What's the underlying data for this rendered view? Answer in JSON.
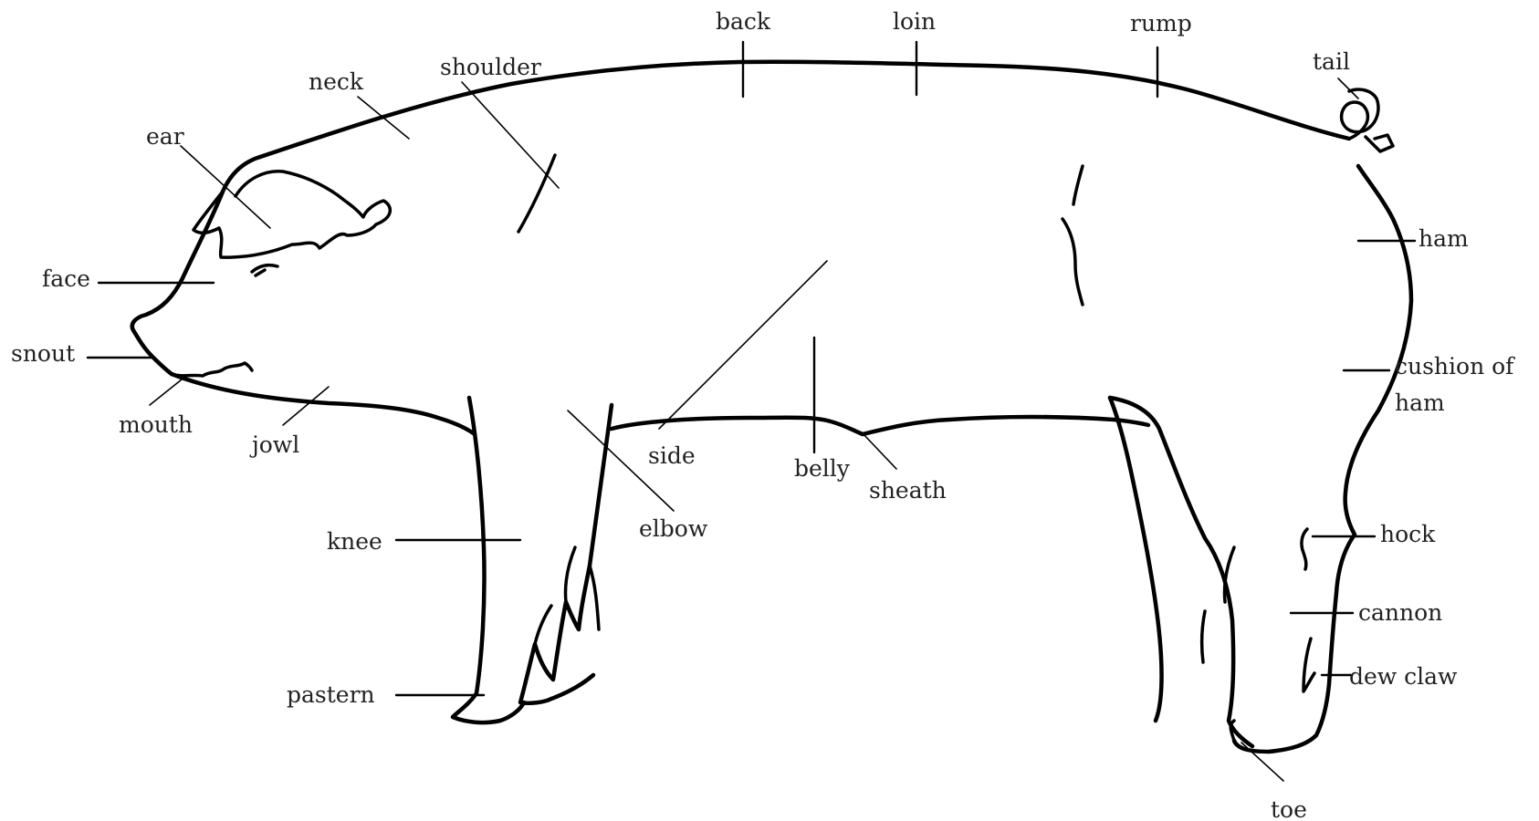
{
  "labels": {
    "back": "back",
    "loin": "loin",
    "rump": "rump",
    "tail": "tail",
    "shoulder": "shoulder",
    "neck": "neck",
    "ear": "ear",
    "face": "face",
    "snout": "snout",
    "mouth": "mouth",
    "jowl": "jowl",
    "ham": "ham",
    "cushion_of_ham_line1": "cushion of",
    "cushion_of_ham_line2": "ham",
    "side": "side",
    "belly": "belly",
    "sheath": "sheath",
    "elbow": "elbow",
    "knee": "knee",
    "hock": "hock",
    "cannon": "cannon",
    "dew_claw": "dew claw",
    "pastern": "pastern",
    "toe": "toe"
  },
  "colors": {
    "ink": "#000000",
    "label_text": "#222222",
    "background": "#ffffff"
  }
}
